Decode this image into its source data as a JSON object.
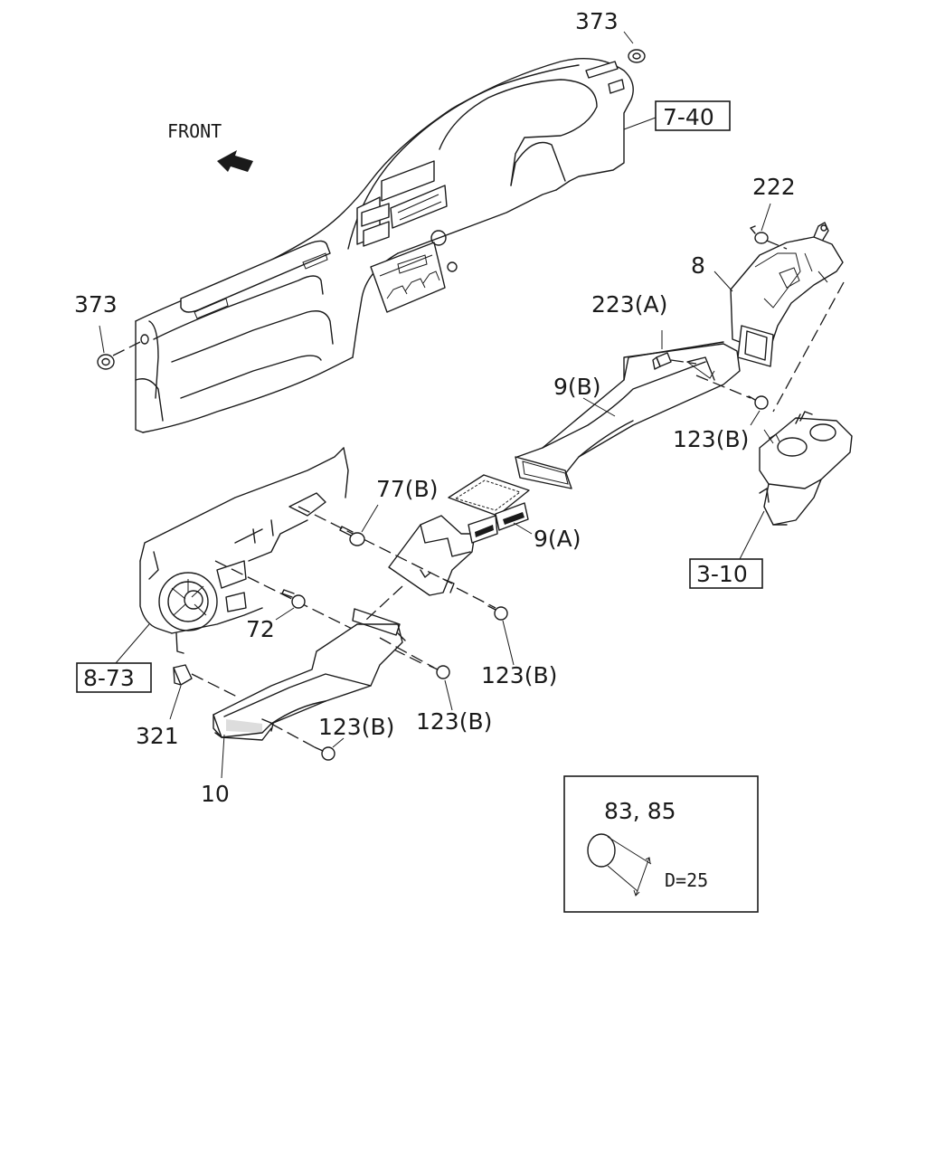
{
  "labels": {
    "front": "FRONT",
    "p373_top": "373",
    "p373_left": "373",
    "ref_7_40": "7-40",
    "p222": "222",
    "p8": "8",
    "p223a": "223(A)",
    "p9b": "9(B)",
    "p123b_right": "123(B)",
    "p77b": "77(B)",
    "p9a": "9(A)",
    "ref_3_10": "3-10",
    "p72": "72",
    "ref_8_73": "8-73",
    "p123b_mid": "123(B)",
    "p123b_lower": "123(B)",
    "p123b_bottom": "123(B)",
    "p321": "321",
    "p10": "10"
  },
  "inset": {
    "part_numbers": "83, 85",
    "dimension": "D=25"
  }
}
